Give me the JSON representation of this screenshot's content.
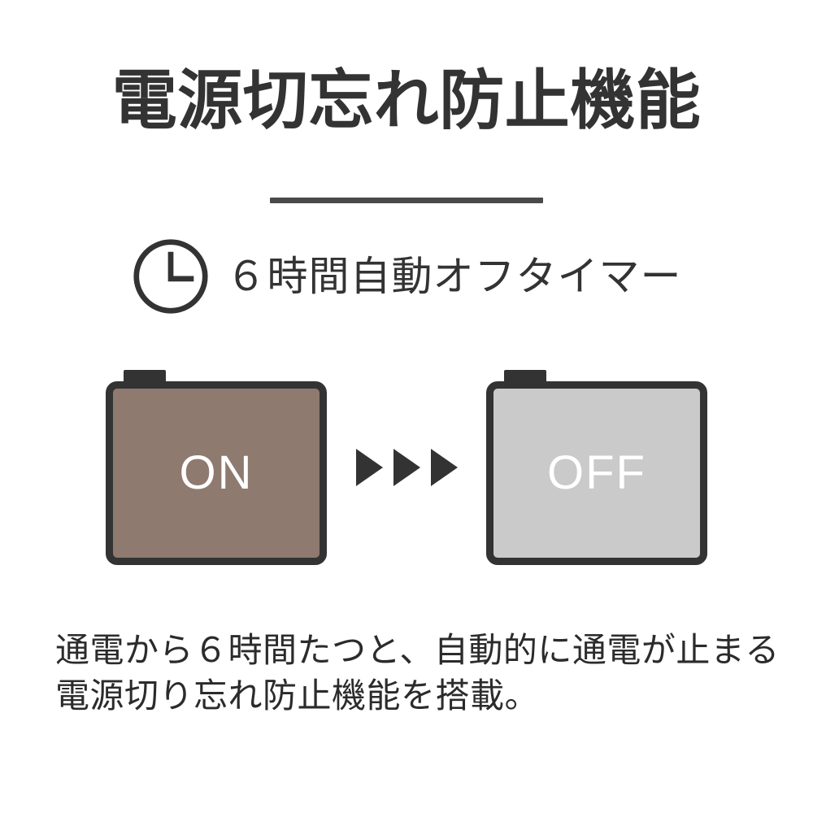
{
  "page": {
    "background_color": "#FFFFFF",
    "text_color": "#333333"
  },
  "header": {
    "title": "電源切忘れ防止機能"
  },
  "feature": {
    "icon": "clock-icon",
    "subtitle": "６時間自動オフタイマー"
  },
  "diagram": {
    "type": "state-transition",
    "transition_icon": "triple-right-arrow",
    "arrow_count": 3,
    "arrow_color": "#333333",
    "devices": [
      {
        "state": "on",
        "label": "ON",
        "fill_color": "#8F7A70",
        "border_color": "#333333",
        "label_color": "#FFFFFF"
      },
      {
        "state": "off",
        "label": "OFF",
        "fill_color": "#CACACA",
        "border_color": "#333333",
        "label_color": "#FFFFFF"
      }
    ]
  },
  "caption": {
    "line1": "通電から６時間たつと、自動的に通電が止まる",
    "line2": "電源切り忘れ防止機能を搭載。"
  }
}
